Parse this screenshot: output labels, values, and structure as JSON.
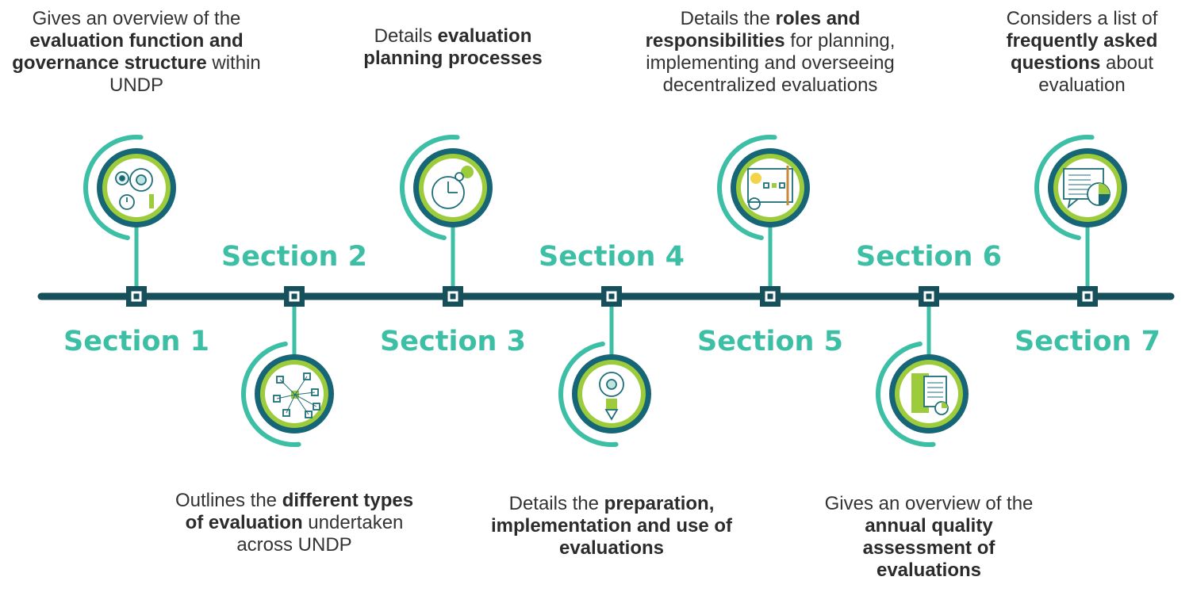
{
  "colors": {
    "timeline": "#16505b",
    "teal": "#3dbfa5",
    "dark_teal": "#176677",
    "lime": "#9ccb3b",
    "label": "#3dbfa5"
  },
  "sections": [
    {
      "label": "Section 1",
      "position": "top",
      "icon": "magnifier-gear-stopwatch-icon",
      "desc": [
        {
          "t": "Gives an overview of the",
          "b": false
        },
        {
          "t": " evaluation function and governance structure",
          "b": true
        },
        {
          "t": " within UNDP",
          "b": false
        }
      ]
    },
    {
      "label": "Section 2",
      "position": "bottom",
      "icon": "network-cube-icon",
      "desc": [
        {
          "t": "Outlines the ",
          "b": false
        },
        {
          "t": "different types of evaluation",
          "b": true
        },
        {
          "t": " undertaken across UNDP",
          "b": false
        }
      ]
    },
    {
      "label": "Section 3",
      "position": "top",
      "icon": "clock-gears-icon",
      "desc": [
        {
          "t": "Details ",
          "b": false
        },
        {
          "t": "evaluation planning processes",
          "b": true
        }
      ]
    },
    {
      "label": "Section 4",
      "position": "bottom",
      "icon": "gear-pencil-icon",
      "desc": [
        {
          "t": "Details the ",
          "b": false
        },
        {
          "t": "preparation, implementation and use of evaluations",
          "b": true
        }
      ]
    },
    {
      "label": "Section 5",
      "position": "top",
      "icon": "blueprint-lightbulb-icon",
      "desc": [
        {
          "t": "Details the ",
          "b": false
        },
        {
          "t": "roles and responsibilities",
          "b": true
        },
        {
          "t": " for planning, implementing and overseeing decentralized evaluations",
          "b": false
        }
      ]
    },
    {
      "label": "Section 6",
      "position": "bottom",
      "icon": "report-folder-chart-icon",
      "desc": [
        {
          "t": "Gives an overview of the ",
          "b": false
        },
        {
          "t": "annual quality assessment of evaluations",
          "b": true
        }
      ]
    },
    {
      "label": "Section 7",
      "position": "top",
      "icon": "speech-bubble-pie-chart-icon",
      "desc": [
        {
          "t": "Considers a list of ",
          "b": false
        },
        {
          "t": "frequently asked questions",
          "b": true
        },
        {
          "t": " about evaluation",
          "b": false
        }
      ]
    }
  ]
}
